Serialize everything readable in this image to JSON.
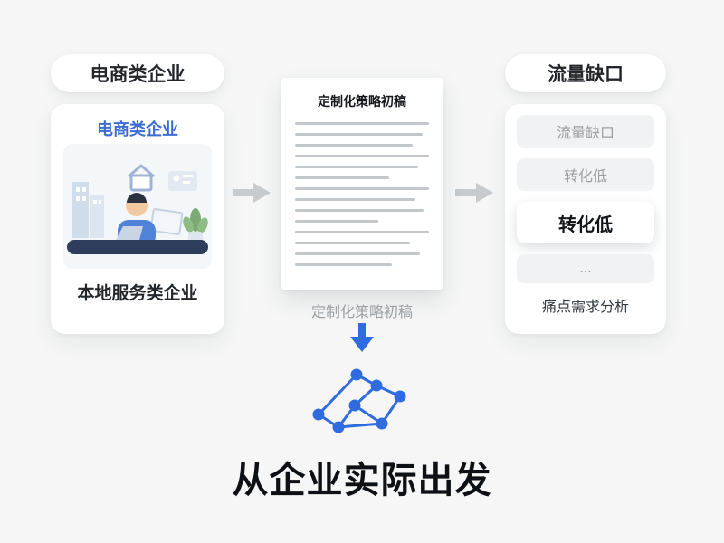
{
  "left": {
    "pill_label": "电商类企业",
    "card_title": "电商类企业",
    "card_caption": "本地服务类企业"
  },
  "center": {
    "doc_title": "定制化策略初稿",
    "caption": "定制化策略初稿"
  },
  "right": {
    "pill_label": "流量缺口",
    "items": [
      {
        "label": "流量缺口",
        "style": "muted"
      },
      {
        "label": "转化低",
        "style": "muted"
      },
      {
        "label": "转化低",
        "style": "highlight"
      },
      {
        "label": "...",
        "style": "muted"
      }
    ],
    "caption": "痛点需求分析"
  },
  "bottom": {
    "headline": "从企业实际出发"
  },
  "icons": {
    "flow_arrow": "→",
    "down_arrow": "↓",
    "network_graph": "connected-node-graph"
  },
  "colors": {
    "accent_blue": "#2f6ce0",
    "title_blue": "#3b6cd6",
    "muted_gray": "#9aa0a6",
    "arrow_gray": "#c7cbce",
    "dark_text": "#15181c"
  }
}
